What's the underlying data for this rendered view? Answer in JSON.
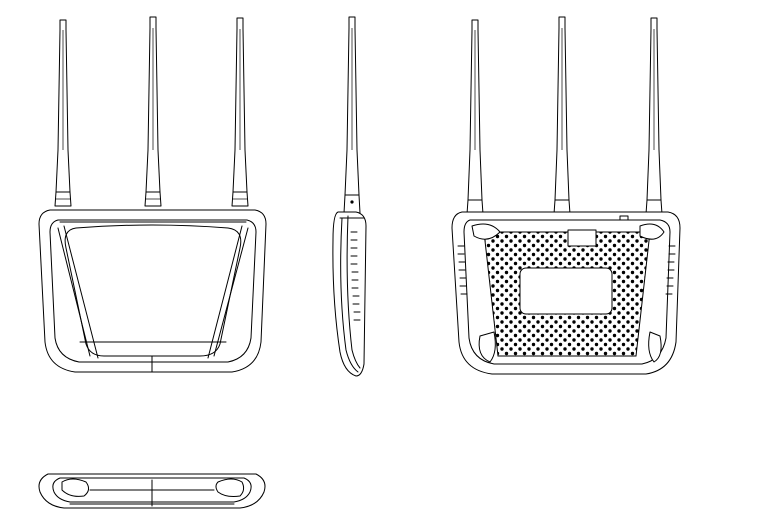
{
  "drawing": {
    "views": [
      "front-view",
      "side-view",
      "rear-view",
      "top-view"
    ],
    "line_color": "#000000",
    "background": "#ffffff",
    "antenna_count": 3
  }
}
